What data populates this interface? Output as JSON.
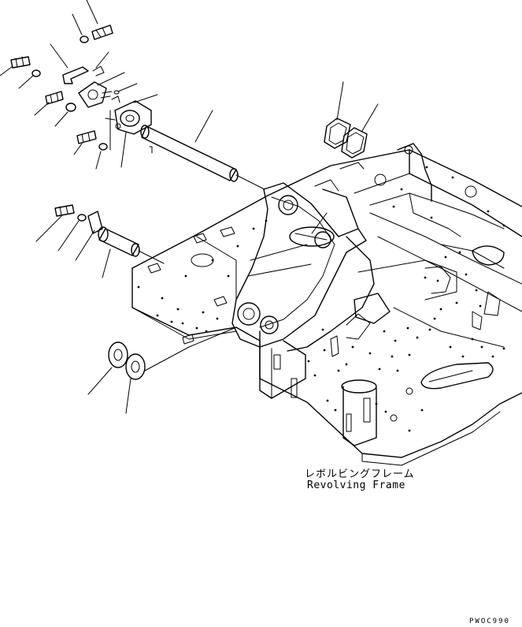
{
  "diagram": {
    "caption_jp": "レボルビングフレーム",
    "caption_en": "Revolving Frame",
    "drawing_code": "PWOC990"
  }
}
